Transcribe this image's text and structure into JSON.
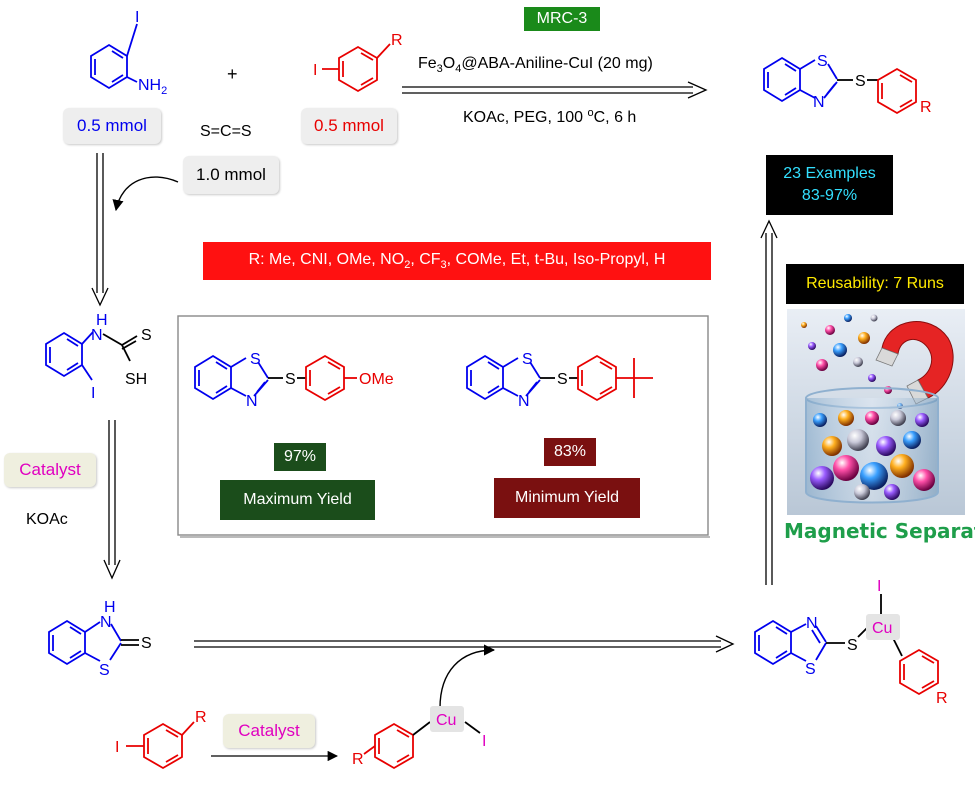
{
  "colors": {
    "blue": "#0000ee",
    "red": "#e80000",
    "magenta": "#e000c0",
    "green": "#1a8a1a",
    "dark_green": "#1b4d1b",
    "dark_red": "#7a1010",
    "black": "#000000",
    "cyan": "#33e0ff",
    "yellow": "#ffea00",
    "sep_green": "#1e9e4a"
  },
  "reagents": {
    "iodoaniline_label_I": "I",
    "iodoaniline_label_NH2": "NH",
    "iodoaniline_label_NH2_sub": "2",
    "iodoaniline_amount": "0.5 mmol",
    "plus": "+",
    "cs2": "S=C=S",
    "cs2_amount": "1.0 mmol",
    "aryl_iodide_I": "I",
    "aryl_iodide_R": "R",
    "aryl_iodide_amount": "0.5 mmol"
  },
  "conditions": {
    "tag": "MRC-3",
    "catalyst_pre": "Fe",
    "catalyst_sub1": "3",
    "catalyst_O": "O",
    "catalyst_sub2": "4",
    "catalyst_post": "@ABA-Aniline-CuI (20 mg)",
    "line2_pre": "KOAc, PEG, 100 ",
    "line2_sup": "o",
    "line2_post": "C, 6 h"
  },
  "product": {
    "S1": "S",
    "N1": "N",
    "S2": "S",
    "R": "R"
  },
  "examples": {
    "line1": "23 Examples",
    "line2": "83-97%"
  },
  "r_groups": {
    "pre": "R:  Me, CNI, OMe, NO",
    "sub1": "2",
    "mid": ", CF",
    "sub2": "3",
    "post": ", COMe, Et, t-Bu, Iso-Propyl, H"
  },
  "intermediate1": {
    "H": "H",
    "N": "N",
    "S_thione": "S",
    "SH": "SH",
    "I": "I"
  },
  "yields": {
    "max": {
      "S": "S",
      "N": "N",
      "S_link": "S",
      "OMe": "OMe",
      "value": "97%",
      "label": "Maximum Yield"
    },
    "min": {
      "S": "S",
      "N": "N",
      "S_link": "S",
      "value": "83%",
      "label": "Minimum Yield"
    }
  },
  "reusability": "Reusability: 7 Runs",
  "magnetic_separation": "Magnetic Separation",
  "step2": {
    "catalyst": "Catalyst",
    "base": "KOAc"
  },
  "mbt": {
    "H": "H",
    "N": "N",
    "S_ring": "S",
    "S_thione": "S"
  },
  "cu_complex": {
    "N": "N",
    "S_ring": "S",
    "S_link": "S",
    "Cu": "Cu",
    "I": "I",
    "R": "R"
  },
  "bottom": {
    "I": "I",
    "R": "R",
    "catalyst": "Catalyst",
    "R2": "R",
    "Cu": "Cu",
    "I2": "I"
  }
}
